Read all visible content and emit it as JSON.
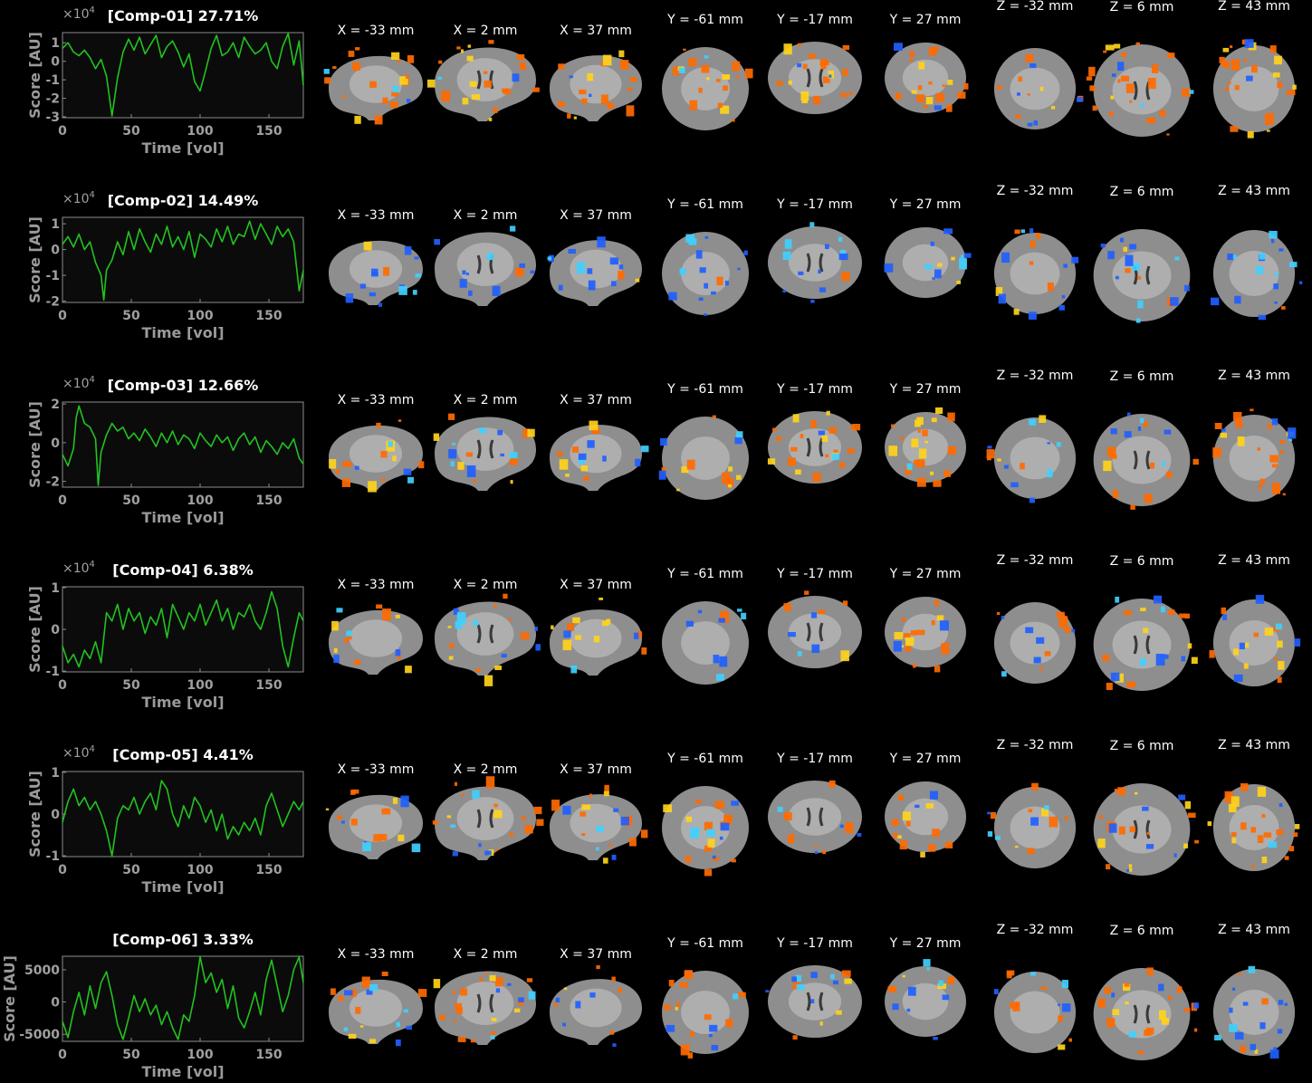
{
  "colors": {
    "background": "#000000",
    "axes_bg": "#0b0b0b",
    "axes_frame": "#8c8c8c",
    "trace": "#22c21f",
    "brain_gray": "#8e8e8e",
    "positive_low": "#ff6a00",
    "positive_high": "#ffd21a",
    "negative_low": "#1f60ff",
    "negative_high": "#3fd0ff"
  },
  "chart_data": [
    {
      "type": "line",
      "title": "[Comp-01] 27.71%",
      "multiplier_base": "×10",
      "multiplier_exp": "4",
      "xlabel": "Time [vol]",
      "ylabel": "Score [AU]",
      "xlim": [
        0,
        175
      ],
      "ylim": [
        -3.05,
        1.55
      ],
      "xticks": [
        0,
        50,
        100,
        150
      ],
      "yticks": [
        1,
        0,
        -1,
        -2,
        -3
      ],
      "series": [
        {
          "x": [
            0,
            4,
            8,
            12,
            16,
            20,
            24,
            28,
            32,
            36,
            40,
            44,
            48,
            52,
            56,
            60,
            64,
            68,
            72,
            76,
            80,
            84,
            88,
            92,
            96,
            100,
            104,
            108,
            112,
            116,
            120,
            124,
            128,
            132,
            136,
            140,
            144,
            148,
            152,
            156,
            160,
            164,
            168,
            172,
            175
          ],
          "values": [
            0.7,
            1.0,
            0.5,
            0.3,
            0.6,
            0.2,
            -0.4,
            0.1,
            -0.8,
            -2.95,
            -0.9,
            0.5,
            1.2,
            0.6,
            1.3,
            0.4,
            0.9,
            1.4,
            0.2,
            0.8,
            1.1,
            0.5,
            -0.3,
            0.4,
            -1.1,
            -1.6,
            -0.5,
            0.7,
            1.4,
            0.3,
            0.5,
            1.0,
            0.2,
            1.3,
            0.8,
            0.4,
            0.6,
            1.0,
            0.0,
            -0.4,
            0.8,
            1.5,
            -0.2,
            1.1,
            -1.3
          ]
        }
      ],
      "slices": [
        {
          "label": "X = -33 mm",
          "view": "sagittal",
          "pos": 0.45,
          "neg": 0.08
        },
        {
          "label": "X = 2 mm",
          "view": "sagittal-mid",
          "pos": 0.5,
          "neg": 0.06
        },
        {
          "label": "X = 37 mm",
          "view": "sagittal",
          "pos": 0.4,
          "neg": 0.05
        },
        {
          "label": "Y = -61 mm",
          "view": "coronal-post",
          "pos": 0.45,
          "neg": 0.05
        },
        {
          "label": "Y = -17 mm",
          "view": "coronal",
          "pos": 0.45,
          "neg": 0.06
        },
        {
          "label": "Y = 27 mm",
          "view": "coronal-ant",
          "pos": 0.45,
          "neg": 0.06
        },
        {
          "label": "Z = -32 mm",
          "view": "axial-low",
          "pos": 0.2,
          "neg": 0.12
        },
        {
          "label": "Z = 6 mm",
          "view": "axial-mid",
          "pos": 0.55,
          "neg": 0.1
        },
        {
          "label": "Z = 43 mm",
          "view": "axial-high",
          "pos": 0.6,
          "neg": 0.06
        }
      ]
    },
    {
      "type": "line",
      "title": "[Comp-02] 14.49%",
      "multiplier_base": "×10",
      "multiplier_exp": "4",
      "xlabel": "Time [vol]",
      "ylabel": "Score [AU]",
      "xlim": [
        0,
        175
      ],
      "ylim": [
        -2.05,
        1.25
      ],
      "xticks": [
        0,
        50,
        100,
        150
      ],
      "yticks": [
        1,
        0,
        -1,
        -2
      ],
      "series": [
        {
          "x": [
            0,
            4,
            8,
            12,
            16,
            20,
            24,
            28,
            30,
            32,
            36,
            40,
            44,
            48,
            52,
            56,
            60,
            64,
            68,
            72,
            76,
            80,
            84,
            88,
            92,
            96,
            100,
            104,
            108,
            112,
            116,
            120,
            124,
            128,
            132,
            136,
            140,
            144,
            148,
            152,
            156,
            160,
            164,
            168,
            172,
            175
          ],
          "values": [
            0.2,
            0.5,
            0.1,
            0.6,
            0.0,
            0.3,
            -0.5,
            -1.0,
            -1.95,
            -0.8,
            -0.4,
            0.3,
            -0.2,
            0.7,
            0.0,
            0.8,
            0.3,
            -0.1,
            0.6,
            0.2,
            0.9,
            0.1,
            0.5,
            0.0,
            0.7,
            -0.3,
            0.6,
            0.4,
            0.1,
            0.8,
            0.3,
            0.9,
            0.2,
            0.6,
            0.5,
            1.1,
            0.4,
            1.0,
            0.6,
            0.2,
            0.9,
            0.5,
            0.8,
            0.3,
            -1.6,
            -0.8
          ]
        }
      ],
      "slices": [
        {
          "label": "X = -33 mm",
          "view": "sagittal",
          "pos": 0.05,
          "neg": 0.3
        },
        {
          "label": "X = 2 mm",
          "view": "sagittal-mid",
          "pos": 0.03,
          "neg": 0.25
        },
        {
          "label": "X = 37 mm",
          "view": "sagittal",
          "pos": 0.06,
          "neg": 0.28
        },
        {
          "label": "Y = -61 mm",
          "view": "coronal-post",
          "pos": 0.02,
          "neg": 0.35
        },
        {
          "label": "Y = -17 mm",
          "view": "coronal",
          "pos": 0.02,
          "neg": 0.3
        },
        {
          "label": "Y = 27 mm",
          "view": "coronal-ant",
          "pos": 0.08,
          "neg": 0.25
        },
        {
          "label": "Z = -32 mm",
          "view": "axial-low",
          "pos": 0.18,
          "neg": 0.22
        },
        {
          "label": "Z = 6 mm",
          "view": "axial-mid",
          "pos": 0.1,
          "neg": 0.3
        },
        {
          "label": "Z = 43 mm",
          "view": "axial-high",
          "pos": 0.03,
          "neg": 0.4
        }
      ]
    },
    {
      "type": "line",
      "title": "[Comp-03] 12.66%",
      "multiplier_base": "×10",
      "multiplier_exp": "4",
      "xlabel": "Time [vol]",
      "ylabel": "Score [AU]",
      "xlim": [
        0,
        175
      ],
      "ylim": [
        -2.3,
        2.1
      ],
      "xticks": [
        0,
        50,
        100,
        150
      ],
      "yticks": [
        2,
        0,
        -2
      ],
      "series": [
        {
          "x": [
            0,
            4,
            8,
            10,
            12,
            16,
            20,
            24,
            26,
            28,
            32,
            36,
            40,
            44,
            48,
            52,
            56,
            60,
            64,
            68,
            72,
            76,
            80,
            84,
            88,
            92,
            96,
            100,
            104,
            108,
            112,
            116,
            120,
            124,
            128,
            132,
            136,
            140,
            144,
            148,
            152,
            156,
            160,
            164,
            168,
            172,
            175
          ],
          "values": [
            -0.6,
            -1.2,
            -0.3,
            1.3,
            1.9,
            1.0,
            0.8,
            0.2,
            -2.2,
            -0.5,
            0.4,
            1.0,
            0.6,
            0.8,
            0.2,
            0.5,
            0.1,
            0.7,
            0.3,
            -0.2,
            0.5,
            0.0,
            0.6,
            -0.1,
            0.4,
            0.2,
            -0.3,
            0.5,
            0.1,
            -0.2,
            0.4,
            0.0,
            0.3,
            -0.4,
            0.2,
            0.5,
            -0.1,
            0.3,
            -0.5,
            0.1,
            -0.2,
            -0.6,
            0.0,
            -0.3,
            0.2,
            -0.8,
            -1.1
          ]
        }
      ],
      "slices": [
        {
          "label": "X = -33 mm",
          "view": "sagittal",
          "pos": 0.3,
          "neg": 0.1
        },
        {
          "label": "X = 2 mm",
          "view": "sagittal-mid",
          "pos": 0.22,
          "neg": 0.2
        },
        {
          "label": "X = 37 mm",
          "view": "sagittal",
          "pos": 0.2,
          "neg": 0.15
        },
        {
          "label": "Y = -61 mm",
          "view": "coronal-post",
          "pos": 0.25,
          "neg": 0.1
        },
        {
          "label": "Y = -17 mm",
          "view": "coronal",
          "pos": 0.5,
          "neg": 0.05
        },
        {
          "label": "Y = 27 mm",
          "view": "coronal-ant",
          "pos": 0.55,
          "neg": 0.03
        },
        {
          "label": "Z = -32 mm",
          "view": "axial-low",
          "pos": 0.12,
          "neg": 0.2
        },
        {
          "label": "Z = 6 mm",
          "view": "axial-mid",
          "pos": 0.25,
          "neg": 0.18
        },
        {
          "label": "Z = 43 mm",
          "view": "axial-high",
          "pos": 0.45,
          "neg": 0.1
        }
      ]
    },
    {
      "type": "line",
      "title": "[Comp-04] 6.38%",
      "multiplier_base": "×10",
      "multiplier_exp": "4",
      "xlabel": "Time [vol]",
      "ylabel": "Score [AU]",
      "xlim": [
        0,
        175
      ],
      "ylim": [
        -1.02,
        1.02
      ],
      "xticks": [
        0,
        50,
        100,
        150
      ],
      "yticks": [
        1,
        0,
        -1
      ],
      "series": [
        {
          "x": [
            0,
            4,
            8,
            12,
            16,
            20,
            24,
            28,
            32,
            36,
            40,
            44,
            48,
            52,
            56,
            60,
            64,
            68,
            72,
            76,
            80,
            84,
            88,
            92,
            96,
            100,
            104,
            108,
            112,
            116,
            120,
            124,
            128,
            132,
            136,
            140,
            144,
            148,
            152,
            156,
            160,
            164,
            168,
            172,
            175
          ],
          "values": [
            -0.4,
            -0.8,
            -0.6,
            -0.9,
            -0.5,
            -0.7,
            -0.3,
            -0.8,
            0.4,
            0.2,
            0.6,
            0.0,
            0.5,
            0.2,
            0.4,
            -0.1,
            0.3,
            0.1,
            0.5,
            -0.2,
            0.6,
            0.3,
            0.0,
            0.4,
            0.2,
            0.6,
            0.1,
            0.4,
            0.7,
            0.2,
            0.5,
            0.0,
            0.4,
            0.3,
            0.6,
            0.2,
            0.0,
            0.4,
            0.9,
            0.5,
            -0.4,
            -0.9,
            -0.2,
            0.4,
            0.2
          ]
        }
      ],
      "slices": [
        {
          "label": "X = -33 mm",
          "view": "sagittal",
          "pos": 0.25,
          "neg": 0.1
        },
        {
          "label": "X = 2 mm",
          "view": "sagittal-mid",
          "pos": 0.25,
          "neg": 0.18
        },
        {
          "label": "X = 37 mm",
          "view": "sagittal",
          "pos": 0.3,
          "neg": 0.08
        },
        {
          "label": "Y = -61 mm",
          "view": "coronal-post",
          "pos": 0.02,
          "neg": 0.2
        },
        {
          "label": "Y = -17 mm",
          "view": "coronal",
          "pos": 0.12,
          "neg": 0.1
        },
        {
          "label": "Y = 27 mm",
          "view": "coronal-ant",
          "pos": 0.35,
          "neg": 0.04
        },
        {
          "label": "Z = -32 mm",
          "view": "axial-low",
          "pos": 0.15,
          "neg": 0.15
        },
        {
          "label": "Z = 6 mm",
          "view": "axial-mid",
          "pos": 0.3,
          "neg": 0.2
        },
        {
          "label": "Z = 43 mm",
          "view": "axial-high",
          "pos": 0.3,
          "neg": 0.15
        }
      ]
    },
    {
      "type": "line",
      "title": "[Comp-05] 4.41%",
      "multiplier_base": "×10",
      "multiplier_exp": "4",
      "xlabel": "Time [vol]",
      "ylabel": "Score [AU]",
      "xlim": [
        0,
        175
      ],
      "ylim": [
        -1.02,
        1.02
      ],
      "xticks": [
        0,
        50,
        100,
        150
      ],
      "yticks": [
        1,
        0,
        -1
      ],
      "series": [
        {
          "x": [
            0,
            4,
            8,
            12,
            16,
            20,
            24,
            28,
            32,
            36,
            40,
            44,
            48,
            52,
            56,
            60,
            64,
            68,
            72,
            76,
            80,
            84,
            88,
            92,
            96,
            100,
            104,
            108,
            112,
            116,
            120,
            124,
            128,
            132,
            136,
            140,
            144,
            148,
            152,
            156,
            160,
            164,
            168,
            172,
            175
          ],
          "values": [
            -0.2,
            0.3,
            0.6,
            0.2,
            0.4,
            0.1,
            0.3,
            0.0,
            -0.4,
            -1.0,
            -0.1,
            0.2,
            0.1,
            0.4,
            0.0,
            0.3,
            0.5,
            0.1,
            0.8,
            0.6,
            0.0,
            -0.3,
            0.2,
            -0.1,
            0.4,
            0.2,
            -0.2,
            0.1,
            -0.4,
            0.0,
            -0.6,
            -0.3,
            -0.5,
            -0.2,
            -0.4,
            -0.1,
            -0.5,
            0.2,
            0.5,
            0.1,
            -0.3,
            0.0,
            0.3,
            0.1,
            0.3
          ]
        }
      ],
      "slices": [
        {
          "label": "X = -33 mm",
          "view": "sagittal",
          "pos": 0.3,
          "neg": 0.12
        },
        {
          "label": "X = 2 mm",
          "view": "sagittal-mid",
          "pos": 0.35,
          "neg": 0.12
        },
        {
          "label": "X = 37 mm",
          "view": "sagittal",
          "pos": 0.3,
          "neg": 0.15
        },
        {
          "label": "Y = -61 mm",
          "view": "coronal-post",
          "pos": 0.35,
          "neg": 0.15
        },
        {
          "label": "Y = -17 mm",
          "view": "coronal",
          "pos": 0.15,
          "neg": 0.1
        },
        {
          "label": "Y = 27 mm",
          "view": "coronal-ant",
          "pos": 0.3,
          "neg": 0.05
        },
        {
          "label": "Z = -32 mm",
          "view": "axial-low",
          "pos": 0.2,
          "neg": 0.12
        },
        {
          "label": "Z = 6 mm",
          "view": "axial-mid",
          "pos": 0.4,
          "neg": 0.15
        },
        {
          "label": "Z = 43 mm",
          "view": "axial-high",
          "pos": 0.5,
          "neg": 0.05
        }
      ]
    },
    {
      "type": "line",
      "title": "[Comp-06] 3.33%",
      "multiplier_base": "",
      "multiplier_exp": "",
      "xlabel": "Time [vol]",
      "ylabel": "Score [AU]",
      "xlim": [
        0,
        175
      ],
      "ylim": [
        -6100,
        7100
      ],
      "xticks": [
        0,
        50,
        100,
        150
      ],
      "yticks": [
        5000,
        0,
        -5000
      ],
      "series": [
        {
          "x": [
            0,
            4,
            8,
            12,
            16,
            20,
            24,
            28,
            32,
            36,
            40,
            44,
            48,
            52,
            56,
            60,
            64,
            68,
            72,
            76,
            80,
            84,
            88,
            92,
            96,
            100,
            104,
            108,
            112,
            116,
            120,
            124,
            128,
            132,
            136,
            140,
            144,
            148,
            152,
            156,
            160,
            164,
            168,
            172,
            175
          ],
          "values": [
            -3000,
            -5500,
            -1500,
            1500,
            -2000,
            2500,
            -1000,
            3000,
            4700,
            1000,
            -3500,
            -5800,
            -2500,
            1000,
            -1500,
            500,
            -2000,
            -500,
            -3500,
            -1500,
            -4000,
            -5800,
            -2000,
            -3000,
            1000,
            7000,
            3000,
            4500,
            1500,
            3500,
            -1000,
            2500,
            -2500,
            -4000,
            -1500,
            1500,
            -2000,
            3500,
            6500,
            2500,
            -1500,
            1000,
            5000,
            7000,
            3000
          ]
        }
      ],
      "slices": [
        {
          "label": "X = -33 mm",
          "view": "sagittal",
          "pos": 0.25,
          "neg": 0.2
        },
        {
          "label": "X = 2 mm",
          "view": "sagittal-mid",
          "pos": 0.45,
          "neg": 0.12
        },
        {
          "label": "X = 37 mm",
          "view": "sagittal",
          "pos": 0.15,
          "neg": 0.12
        },
        {
          "label": "Y = -61 mm",
          "view": "coronal-post",
          "pos": 0.35,
          "neg": 0.12
        },
        {
          "label": "Y = -17 mm",
          "view": "coronal",
          "pos": 0.15,
          "neg": 0.2
        },
        {
          "label": "Y = 27 mm",
          "view": "coronal-ant",
          "pos": 0.1,
          "neg": 0.2
        },
        {
          "label": "Z = -32 mm",
          "view": "axial-low",
          "pos": 0.2,
          "neg": 0.12
        },
        {
          "label": "Z = 6 mm",
          "view": "axial-mid",
          "pos": 0.45,
          "neg": 0.1
        },
        {
          "label": "Z = 43 mm",
          "view": "axial-high",
          "pos": 0.1,
          "neg": 0.35
        }
      ]
    }
  ]
}
